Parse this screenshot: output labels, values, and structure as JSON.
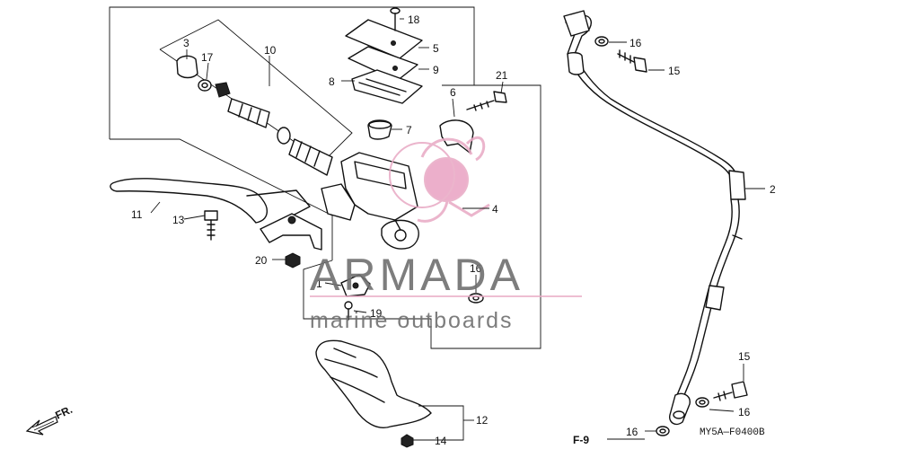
{
  "labels": {
    "p1": "1",
    "p2": "2",
    "p3": "3",
    "p4": "4",
    "p5": "5",
    "p6": "6",
    "p7": "7",
    "p8": "8",
    "p9": "9",
    "p10": "10",
    "p11": "11",
    "p12": "12",
    "p13": "13",
    "p14": "14",
    "p15a": "15",
    "p15b": "15",
    "p16a": "16",
    "p16b": "16",
    "p16c": "16",
    "p16d": "16",
    "p17": "17",
    "p18": "18",
    "p19": "19",
    "p20": "20",
    "p21": "21"
  },
  "front_indicator": "FR.",
  "figure_ref": "F-9",
  "diagram_code": "MY5A—F0400B",
  "watermark": {
    "brand": "ARMADA",
    "tagline": "marine outboards",
    "colors": {
      "text": "#6f6f6f",
      "logo": "#e8a9c4",
      "logo_fill": "#e9a2c2"
    }
  },
  "colors": {
    "line": "#111111",
    "background": "#ffffff"
  }
}
